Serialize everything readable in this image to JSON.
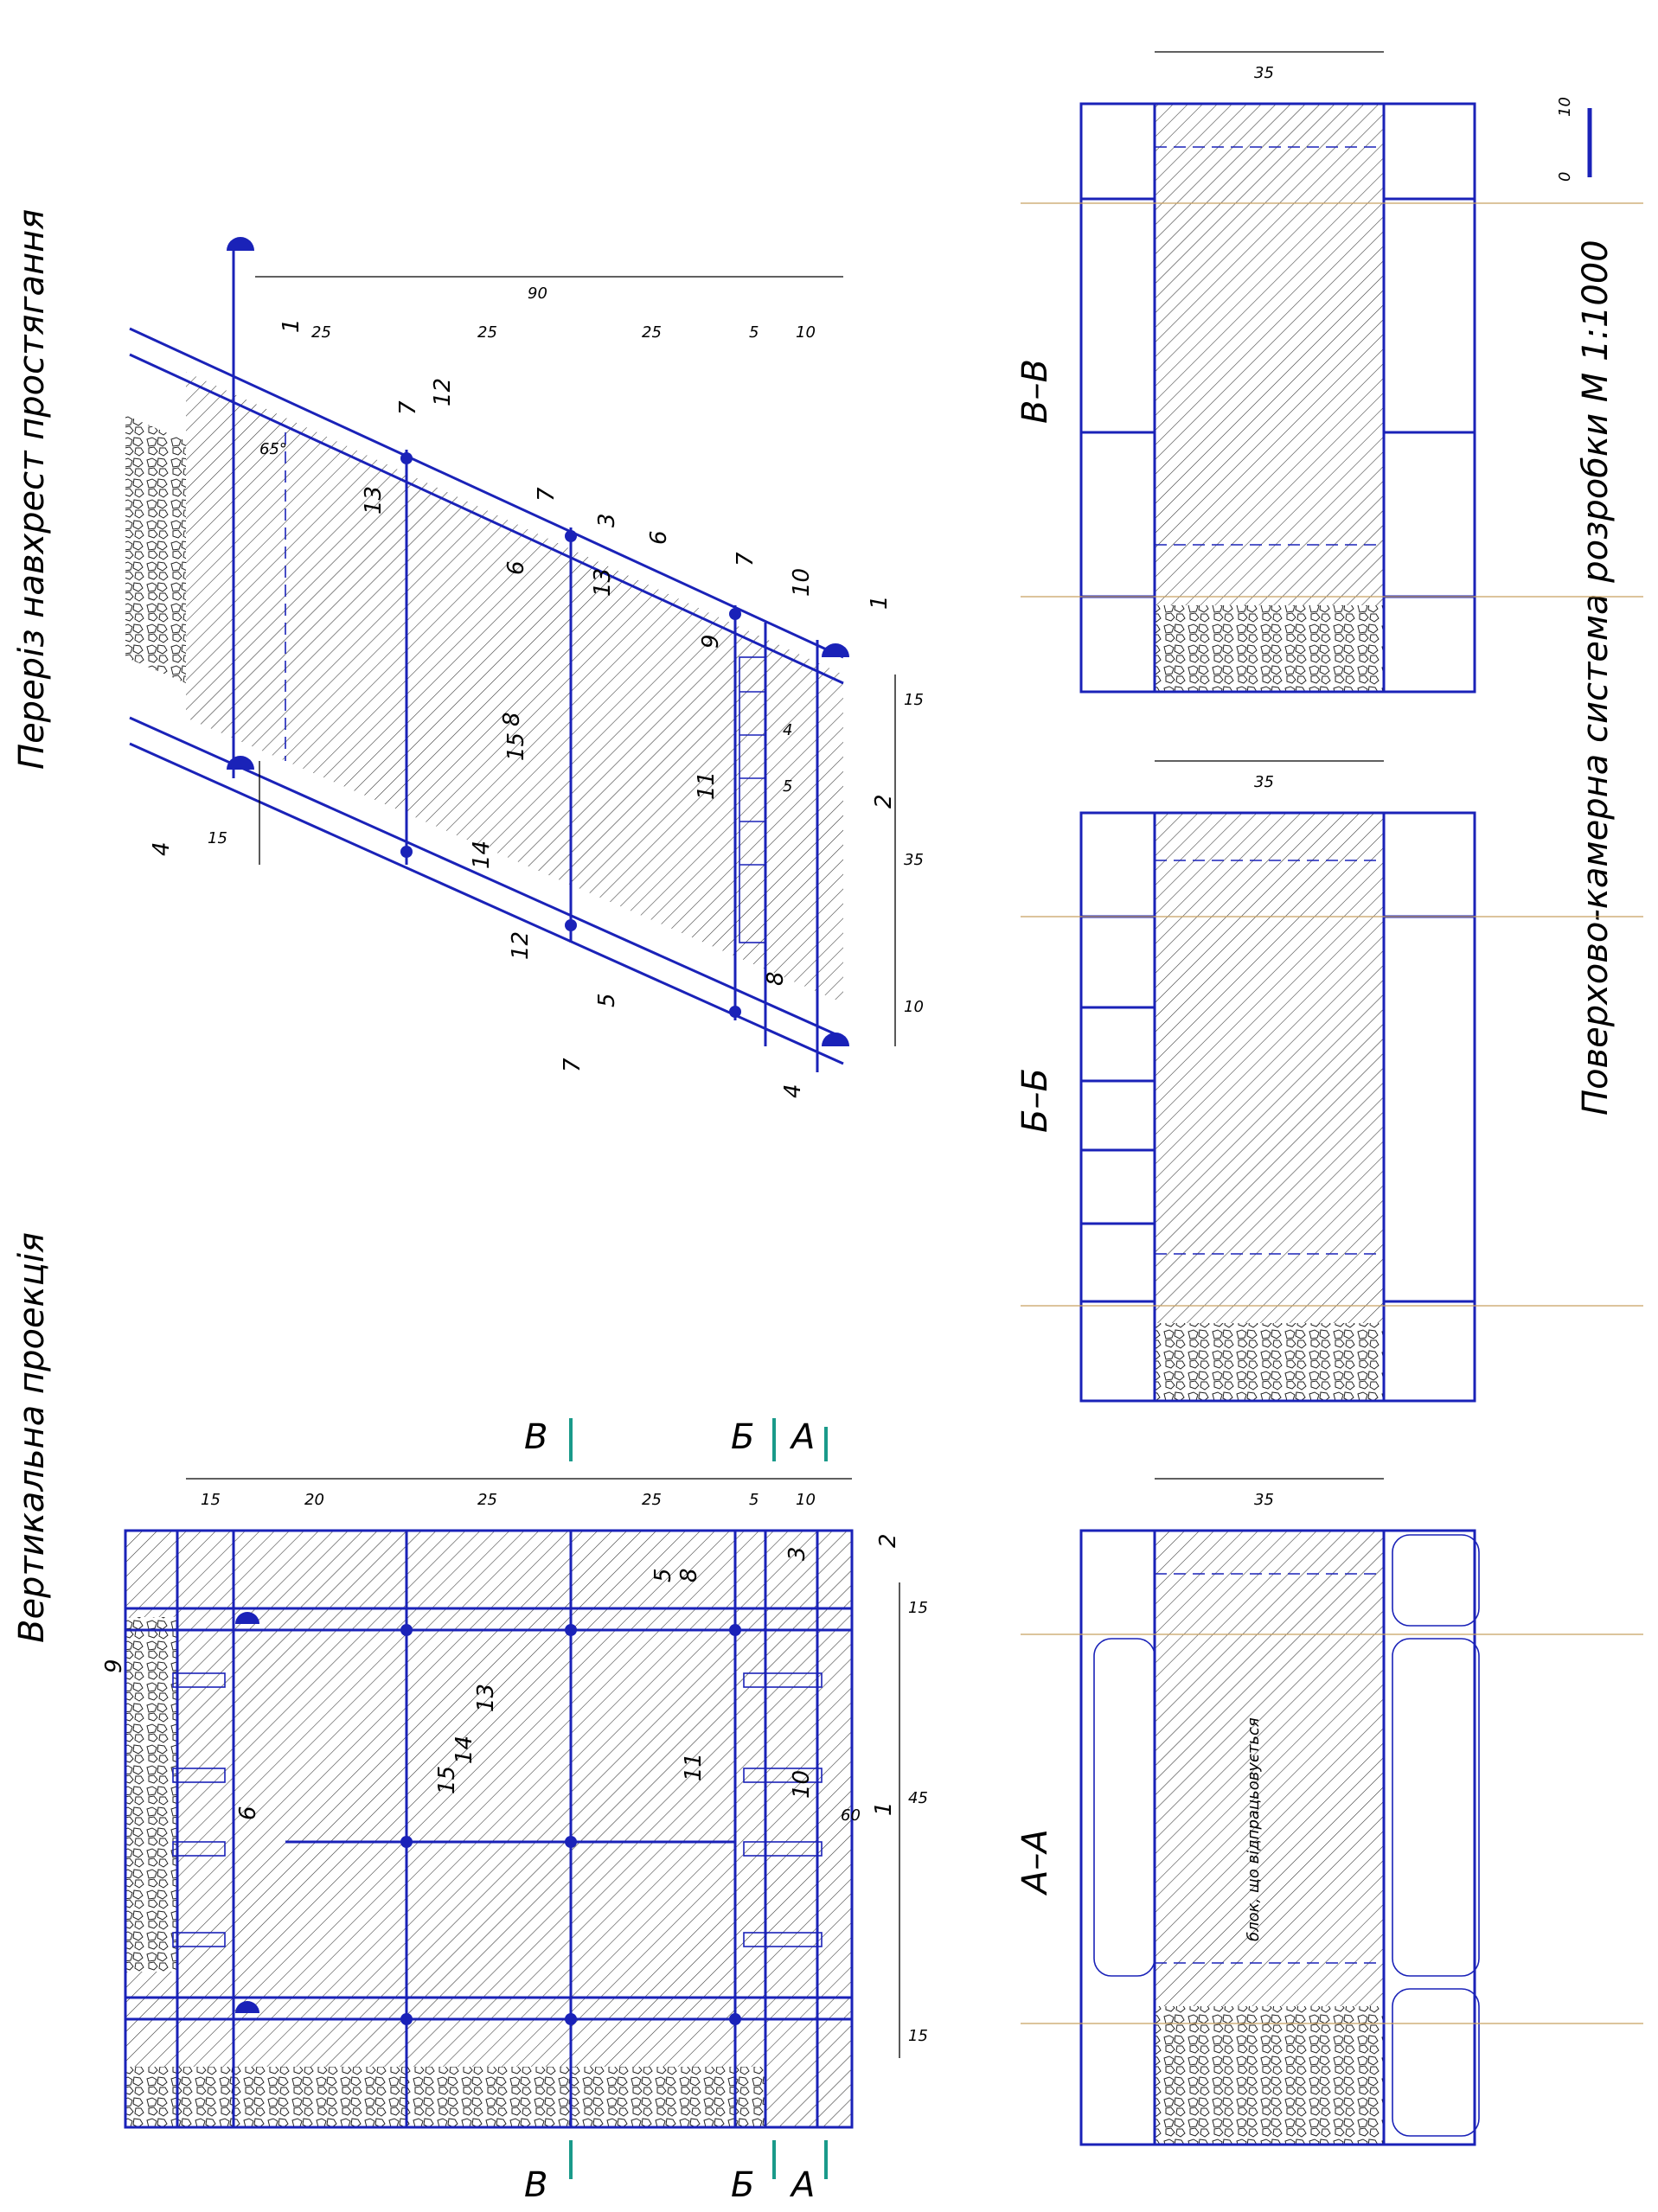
{
  "titles": {
    "left": "Вертикальна проекція",
    "right": "Переріз навхрест простягання",
    "bottom": "Поверхово-камерна система розробки М 1:1000"
  },
  "sections": [
    "А–А",
    "Б–Б",
    "В–В"
  ],
  "section_marks": [
    "В",
    "Б",
    "А"
  ],
  "block_note": "блок, що відпрацьовується",
  "scale_bar": {
    "zero": "0",
    "ten": "10"
  },
  "vertical_projection": {
    "row_dims": [
      "15",
      "20",
      "25",
      "25",
      "5",
      "10"
    ],
    "col_dims": [
      "15",
      "60",
      "15",
      "45",
      "15"
    ],
    "labels": [
      "1",
      "2",
      "3",
      "5",
      "6",
      "8",
      "9",
      "10",
      "11",
      "13",
      "14",
      "15"
    ]
  },
  "cross_section": {
    "angle": "65°",
    "height_total": "90",
    "row_dims": [
      "25",
      "25",
      "25",
      "5",
      "10"
    ],
    "width_dims": [
      "15",
      "35",
      "10"
    ],
    "small_dims": [
      "15",
      "4",
      "5"
    ],
    "labels": [
      "1",
      "2",
      "3",
      "4",
      "5",
      "6",
      "7",
      "8",
      "9",
      "10",
      "11",
      "12",
      "13",
      "14",
      "15"
    ]
  },
  "section_height": "35",
  "colors": {
    "line": "#1a22b8",
    "axis": "#c8a060",
    "section_mark": "#1a9a8a"
  }
}
